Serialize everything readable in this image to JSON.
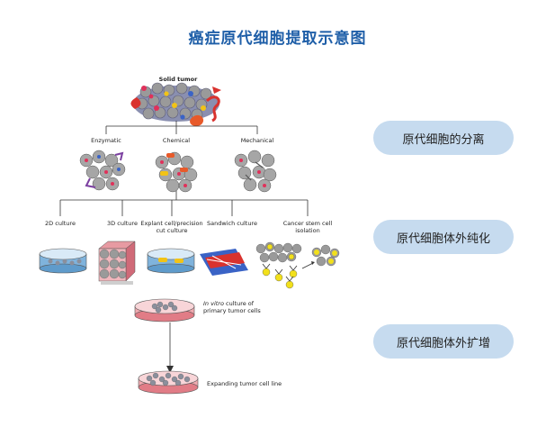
{
  "title": "癌症原代细胞提取示意图",
  "diagram": {
    "solid_tumor": "Solid tumor",
    "methods": [
      "Enzymatic",
      "Chemical",
      "Mechanical"
    ],
    "cultures": [
      "2D culture",
      "3D culture",
      "Explant cell/precision cut culture",
      "Sandwich culture",
      "Cancer stem cell isolation"
    ],
    "invitro_em": "In vitro",
    "invitro_rest": "culture of primary tumor cells",
    "expanding": "Expanding tumor cell line"
  },
  "steps": [
    "原代细胞的分离",
    "原代细胞体外纯化",
    "原代细胞体外扩增"
  ]
}
